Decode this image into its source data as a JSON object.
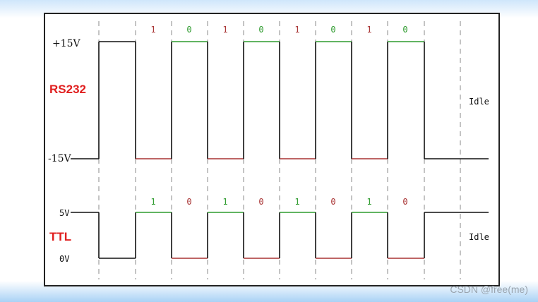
{
  "rs232": {
    "title": "RS232",
    "high_label": "+15V",
    "low_label": "-15V",
    "idle_label": "Idle",
    "bits": [
      "1",
      "0",
      "1",
      "0",
      "1",
      "0",
      "1",
      "0"
    ]
  },
  "ttl": {
    "title": "TTL",
    "high_label": "5V",
    "low_label": "0V",
    "idle_label": "Idle",
    "bits": [
      "1",
      "0",
      "1",
      "0",
      "1",
      "0",
      "1",
      "0"
    ]
  },
  "colors": {
    "bit_one": "#2e9b2e",
    "bit_zero": "#a83232",
    "title": "#e02020",
    "signal": "#111111",
    "divider": "#888888"
  },
  "watermark": "CSDN @free(me)"
}
